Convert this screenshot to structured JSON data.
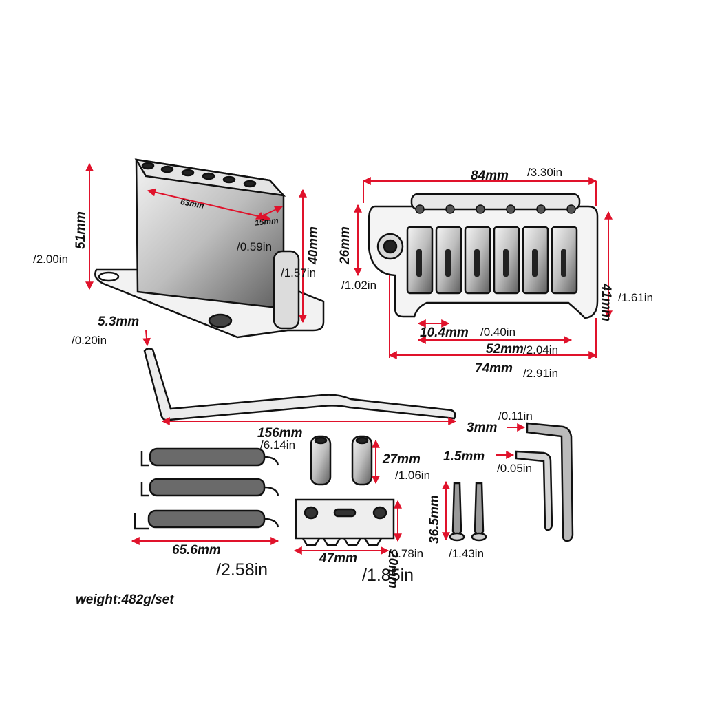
{
  "colors": {
    "dimension": "#e0122b",
    "ink": "#111111",
    "metal": "#9a9a9a"
  },
  "block": {
    "height_mm": "51mm",
    "height_in": "/2.00in",
    "length_mm": "63mm",
    "depth_mm": "15mm",
    "depth_in": "/0.59in",
    "side_mm": "40mm",
    "side_in": "/1.57in"
  },
  "bridge": {
    "width_mm": "84mm",
    "width_in": "/3.30in",
    "left_mm": "26mm",
    "left_in": "/1.02in",
    "right_mm": "41mm",
    "right_in": "/1.61in",
    "spacing_mm": "10.4mm",
    "spacing_in": "/0.40in",
    "span_mm": "52mm",
    "span_in": "/2.04in",
    "plate_mm": "74mm",
    "plate_in": "/2.91in"
  },
  "arm": {
    "diameter_mm": "5.3mm",
    "diameter_in": "/0.20in",
    "length_mm": "156mm",
    "length_in": "/6.14in"
  },
  "wrench_large": {
    "size_mm": "3mm",
    "size_in": "/0.11in"
  },
  "wrench_small": {
    "size_mm": "1.5mm",
    "size_in": "/0.05in"
  },
  "bushing": {
    "height_mm": "27mm",
    "height_in": "/1.06in"
  },
  "screw": {
    "length_mm": "36.5mm",
    "length_in": "/1.43in"
  },
  "claw": {
    "height_mm": "20mm",
    "height_in": "/0.78in",
    "width_mm": "47mm",
    "width_in": "/1.85in"
  },
  "spring": {
    "length_mm": "65.6mm",
    "length_in": "/2.58in"
  },
  "weight_text": "weight:482g/set"
}
